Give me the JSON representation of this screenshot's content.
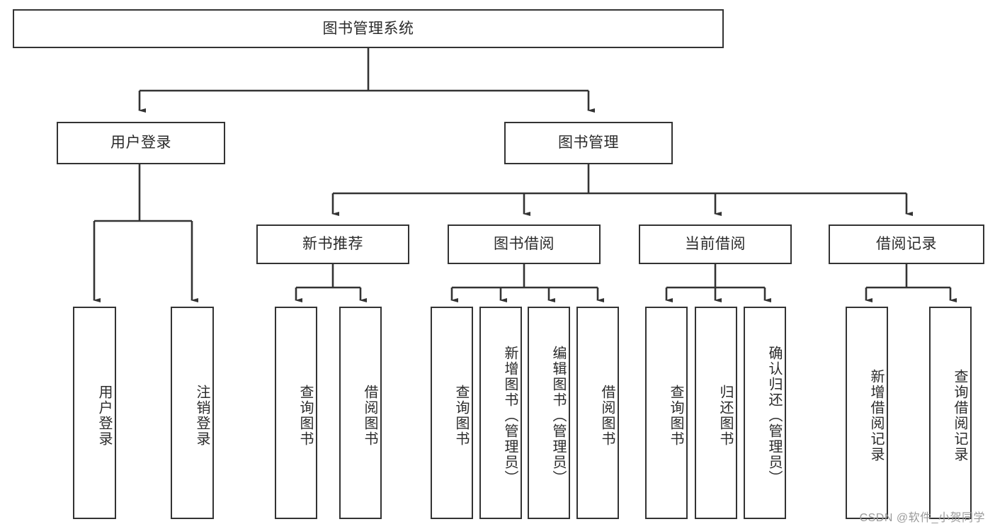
{
  "diagram": {
    "title": "图书管理系统",
    "type": "tree-hierarchy-diagram",
    "watermark": "CSDN @软件_小贺同学",
    "colors": {
      "border": "#333333",
      "background": "#ffffff",
      "text": "#2b2b2b",
      "watermark": "#9a9a9a"
    },
    "nodes": {
      "root": {
        "label": "图书管理系统",
        "level": 0
      },
      "l1": [
        {
          "id": "user-login",
          "label": "用户登录",
          "level": 1
        },
        {
          "id": "book-manage",
          "label": "图书管理",
          "level": 1
        }
      ],
      "l2": [
        {
          "id": "new-book-recommend",
          "label": "新书推荐",
          "level": 2,
          "parent": "book-manage"
        },
        {
          "id": "book-borrow",
          "label": "图书借阅",
          "level": 2,
          "parent": "book-manage"
        },
        {
          "id": "current-borrow",
          "label": "当前借阅",
          "level": 2,
          "parent": "book-manage"
        },
        {
          "id": "borrow-record",
          "label": "借阅记录",
          "level": 2,
          "parent": "book-manage"
        }
      ],
      "leaves": [
        {
          "id": "leaf-user-login",
          "label": "用户登录",
          "parent": "user-login"
        },
        {
          "id": "leaf-logout-login",
          "label": "注销登录",
          "parent": "user-login"
        },
        {
          "id": "leaf-query-book-1",
          "label": "查询图书",
          "parent": "new-book-recommend"
        },
        {
          "id": "leaf-borrow-book-1",
          "label": "借阅图书",
          "parent": "new-book-recommend"
        },
        {
          "id": "leaf-query-book-2",
          "label": "查询图书",
          "parent": "book-borrow"
        },
        {
          "id": "leaf-add-book",
          "label": "新增图书（管理员）",
          "parent": "book-borrow"
        },
        {
          "id": "leaf-edit-book",
          "label": "编辑图书（管理员）",
          "parent": "book-borrow"
        },
        {
          "id": "leaf-borrow-book-2",
          "label": "借阅图书",
          "parent": "book-borrow"
        },
        {
          "id": "leaf-query-book-3",
          "label": "查询图书",
          "parent": "current-borrow"
        },
        {
          "id": "leaf-return-book",
          "label": "归还图书",
          "parent": "current-borrow"
        },
        {
          "id": "leaf-confirm-return",
          "label": "确认归还（管理员）",
          "parent": "current-borrow"
        },
        {
          "id": "leaf-add-record",
          "label": "新增借阅记录",
          "parent": "borrow-record"
        },
        {
          "id": "leaf-query-record",
          "label": "查询借阅记录",
          "parent": "borrow-record"
        }
      ]
    }
  }
}
